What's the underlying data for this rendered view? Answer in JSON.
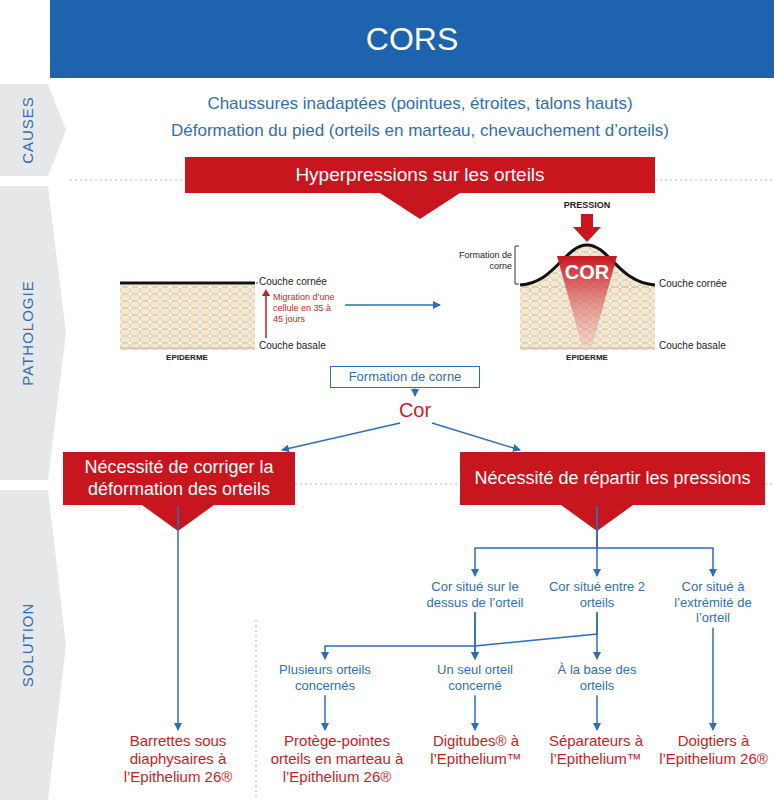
{
  "diagram": {
    "title": "CORS",
    "nodes": [
      {
        "text": [
          "Hyperpressions sur les orteils"
        ]
      },
      {
        "text": [
          "Formation de corne"
        ]
      },
      {
        "text": [
          "Cor"
        ]
      },
      {
        "text": [
          "Nécessité de corriger la déformation des orteils"
        ]
      },
      {
        "text": [
          "Nécessité de répartir les pressions"
        ]
      },
      {
        "text": [
          "Cor situé sur le dessus de l’orteil"
        ]
      },
      {
        "text": [
          "Cor situé entre 2 orteils"
        ]
      },
      {
        "text": [
          "Cor situé à l’extrémité de l’orteil"
        ]
      },
      {
        "text": [
          "Plusieurs orteils concernés"
        ]
      },
      {
        "text": [
          "Un seul orteil concerné"
        ]
      },
      {
        "text": [
          "À la base des orteils"
        ]
      },
      {
        "text": [
          "Barrettes sous diaphysaires à l’Epithelium 26®"
        ]
      },
      {
        "text": [
          "Protège-pointes orteils en marteau à l’Epithelium 26®"
        ]
      },
      {
        "text": [
          "Digitubes® à l’Epithelium™"
        ]
      },
      {
        "text": [
          "Séparateurs à l’Epithelium™"
        ]
      },
      {
        "text": [
          "Doigtiers à l’Epithelium 26®"
        ]
      }
    ],
    "edges": [
      {
        "from": 1,
        "to": 2,
        "arrow": "to"
      },
      {
        "from": 2,
        "to": 3,
        "arrow": "to"
      },
      {
        "from": 2,
        "to": 4,
        "arrow": "to"
      },
      {
        "from": 3,
        "to": 11,
        "arrow": "to"
      },
      {
        "from": 4,
        "to": 5,
        "arrow": "to"
      },
      {
        "from": 4,
        "to": 6,
        "arrow": "to"
      },
      {
        "from": 4,
        "to": 7,
        "arrow": "to"
      },
      {
        "from": 5,
        "to": 8,
        "arrow": "to"
      },
      {
        "from": 5,
        "to": 9,
        "arrow": "to"
      },
      {
        "from": 6,
        "to": 9,
        "arrow": "to"
      },
      {
        "from": 6,
        "to": 10,
        "arrow": "to"
      },
      {
        "from": 7,
        "to": 15,
        "arrow": "to"
      },
      {
        "from": 8,
        "to": 12,
        "arrow": "to"
      },
      {
        "from": 9,
        "to": 13,
        "arrow": "to"
      },
      {
        "from": 10,
        "to": 14,
        "arrow": "to"
      }
    ],
    "labels": [
      "CAUSES",
      "Chaussures inadaptées (pointues, étroites, talons hauts)",
      "Déformation du pied (orteils en marteau, chevauchement d’orteils)",
      "PATHOLOGIE",
      "Couche cornée",
      "Migration d’une cellule en 35 à 45 jours",
      "Couche basale",
      "EPIDERME",
      "PRESSION",
      "Formation de corne",
      "COR",
      "Couche cornée",
      "Couche basale",
      "EPIDERME",
      "SOLUTION"
    ]
  }
}
